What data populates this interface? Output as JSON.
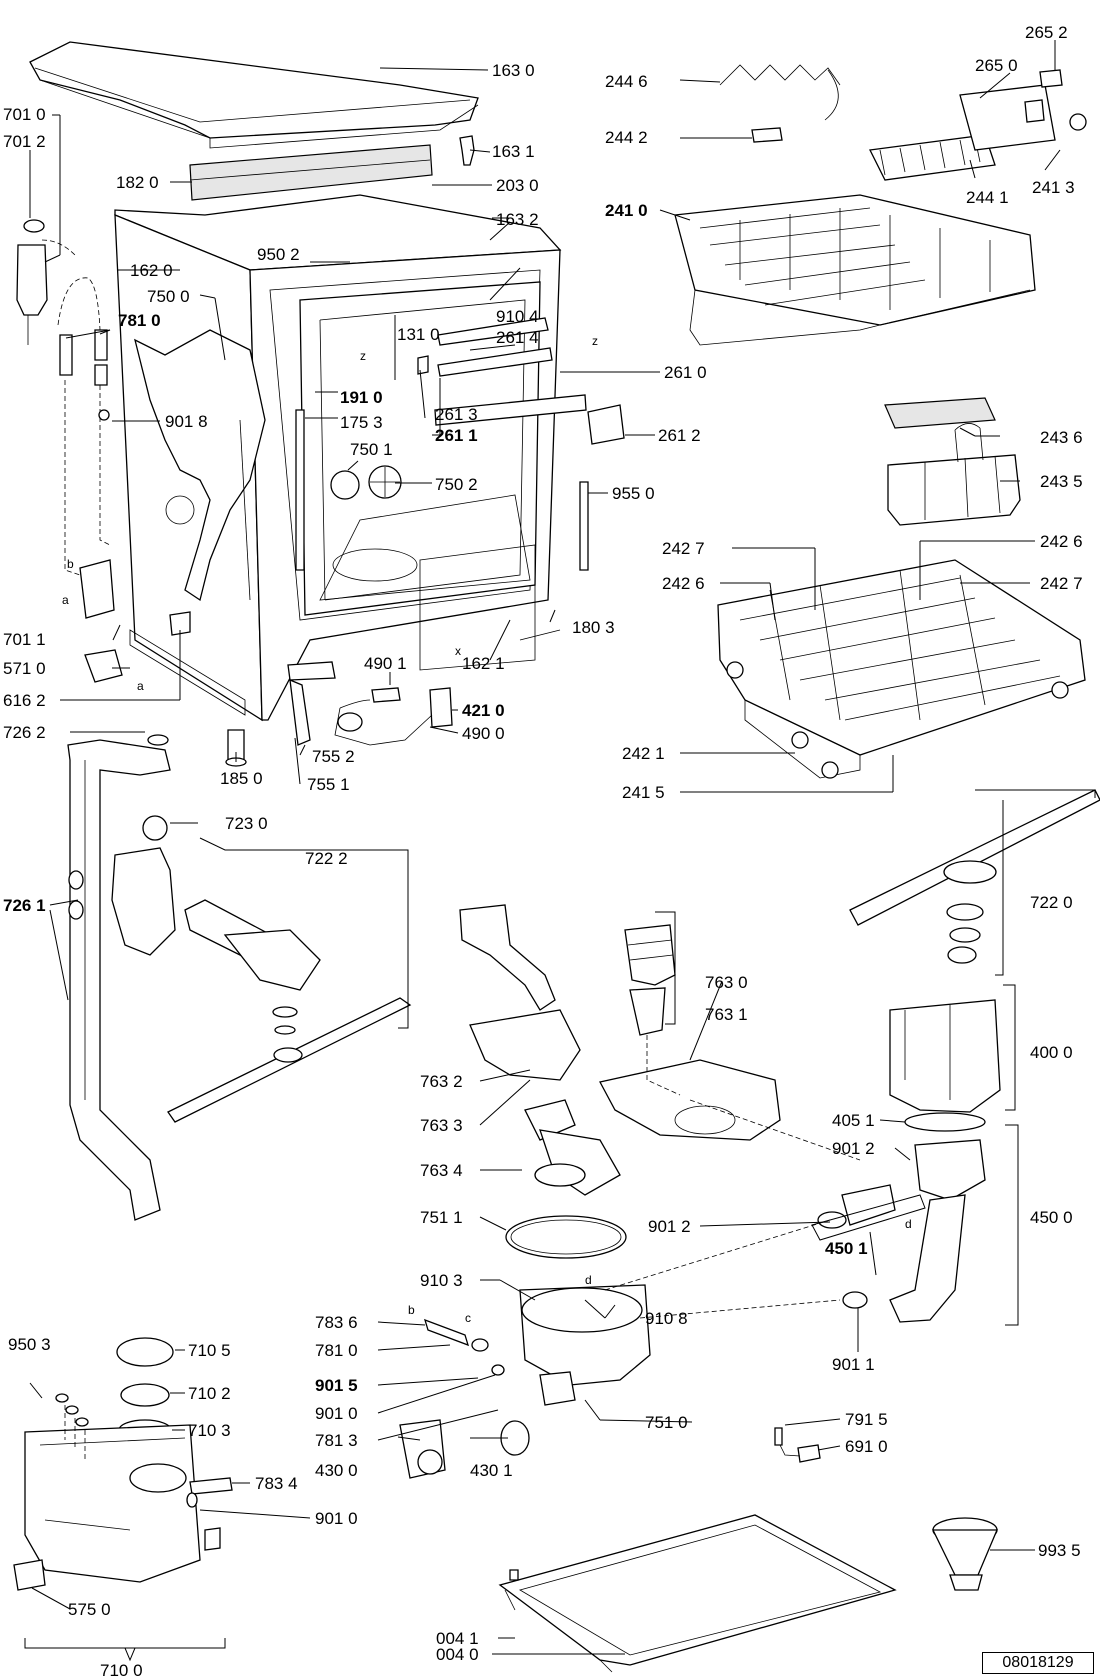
{
  "document_number": "08018129",
  "callouts": {
    "c1630": "163 0",
    "c1631": "163 1",
    "c1632": "163 2",
    "c1820": "182 0",
    "c2030": "203 0",
    "c7010": "701 0",
    "c7012": "701 2",
    "c1620": "162 0",
    "c9502": "950 2",
    "c7500": "750 0",
    "c7810a": "781 0",
    "c1310": "131 0",
    "c9104": "910 4",
    "c2614": "261 4",
    "c2610": "261 0",
    "c9018": "901 8",
    "c1910": "191 0",
    "c1753": "175 3",
    "c2613": "261 3",
    "c2611": "261 1",
    "c2612": "261 2",
    "c7501": "750 1",
    "c7502": "750 2",
    "c9550": "955 0",
    "c7011": "701 1",
    "c5710": "571 0",
    "c6162": "616 2",
    "c4901": "490 1",
    "c1621": "162 1",
    "c4210": "421 0",
    "c4900": "490 0",
    "c1803": "180 3",
    "c7262": "726 2",
    "c1850": "185 0",
    "c7552": "755 2",
    "c7551": "755 1",
    "c7230": "723 0",
    "c7222": "722 2",
    "c7261": "726 1",
    "c2446": "244 6",
    "c2442": "244 2",
    "c2410": "241 0",
    "c2652": "265 2",
    "c2650": "265 0",
    "c2441": "244 1",
    "c2413": "241 3",
    "c2436": "243 6",
    "c2435": "243 5",
    "c2427a": "242 7",
    "c2426a": "242 6",
    "c2426b": "242 6",
    "c2427b": "242 7",
    "c2421": "242 1",
    "c2415": "241 5",
    "c7220": "722 0",
    "c7630": "763 0",
    "c7631": "763 1",
    "c7632": "763 2",
    "c7633": "763 3",
    "c7634": "763 4",
    "c7511": "751 1",
    "c4000": "400 0",
    "c4051": "405 1",
    "c9012a": "901 2",
    "c9012b": "901 2",
    "c4500": "450 0",
    "c4501": "450 1",
    "c9011": "901 1",
    "c9103": "910 3",
    "c9108": "910 8",
    "c7836": "783 6",
    "c7810b": "781 0",
    "c9015": "901 5",
    "c9010a": "901 0",
    "c7813": "781 3",
    "c4300": "430 0",
    "c4301": "430 1",
    "c7510": "751 0",
    "c7915": "791 5",
    "c6910": "691 0",
    "c9503": "950 3",
    "c7105": "710 5",
    "c7102": "710 2",
    "c7103": "710 3",
    "c7834": "783 4",
    "c9010b": "901 0",
    "c5750": "575 0",
    "c7100": "710 0",
    "c9935": "993 5",
    "c0041": "004 1",
    "c0040": "004 0"
  },
  "connector_letters": {
    "a1": "a",
    "b1": "b",
    "a2": "a",
    "b2": "b",
    "c": "c",
    "d1": "d",
    "d2": "d",
    "x": "x",
    "z1": "z",
    "z2": "z"
  }
}
